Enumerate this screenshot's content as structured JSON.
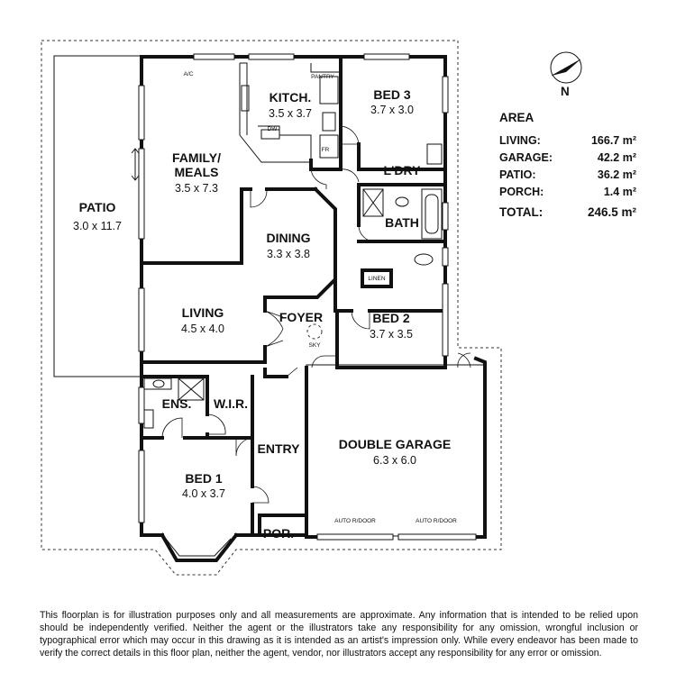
{
  "rooms": {
    "patio": {
      "name": "PATIO",
      "dim": "3.0 x 11.7"
    },
    "family": {
      "name1": "FAMILY/",
      "name2": "MEALS",
      "dim": "3.5 x 7.3"
    },
    "kitchen": {
      "name": "KITCH.",
      "dim": "3.5 x 3.7"
    },
    "bed3": {
      "name": "BED 3",
      "dim": "3.7 x 3.0"
    },
    "laundry": {
      "name": "L'DRY"
    },
    "bath": {
      "name": "BATH"
    },
    "dining": {
      "name": "DINING",
      "dim": "3.3 x 3.8"
    },
    "living": {
      "name": "LIVING",
      "dim": "4.5 x 4.0"
    },
    "foyer": {
      "name": "FOYER"
    },
    "bed2": {
      "name": "BED 2",
      "dim": "3.7 x 3.5"
    },
    "ensuite": {
      "name": "ENS."
    },
    "wir": {
      "name": "W.I.R."
    },
    "entry": {
      "name": "ENTRY"
    },
    "garage": {
      "name": "DOUBLE GARAGE",
      "dim": "6.3 x 6.0"
    },
    "bed1": {
      "name": "BED 1",
      "dim": "4.0 x 3.7"
    },
    "porch": {
      "name": "POR."
    }
  },
  "labels": {
    "ac": "A/C",
    "pantry": "PANTRY",
    "dw": "DW",
    "fr": "FR",
    "linen": "LINEN",
    "sky": "SKY",
    "auto_door_1": "AUTO R/DOOR",
    "auto_door_2": "AUTO R/DOOR",
    "north": "N"
  },
  "area": {
    "title": "AREA",
    "rows": [
      {
        "label": "LIVING:",
        "value": "166.7 m²"
      },
      {
        "label": "GARAGE:",
        "value": "42.2 m²"
      },
      {
        "label": "PATIO:",
        "value": "36.2 m²"
      },
      {
        "label": "PORCH:",
        "value": "1.4 m²"
      }
    ],
    "total_label": "TOTAL:",
    "total_value": "246.5 m²"
  },
  "disclaimer": "This floorplan is for illustration purposes only and all measurements are approximate. Any information that is intended to be relied upon should be independently verified. Neither the agent or the illustrators take any responsibility for any omission, wrongful inclusion or typographical error which may occur in this drawing as it is intended as an artist's impression only. While every endeavor has been made to verify the correct details in this floor plan, neither the agent, vendor, nor illustrators accept any responsibility for any error or omission."
}
